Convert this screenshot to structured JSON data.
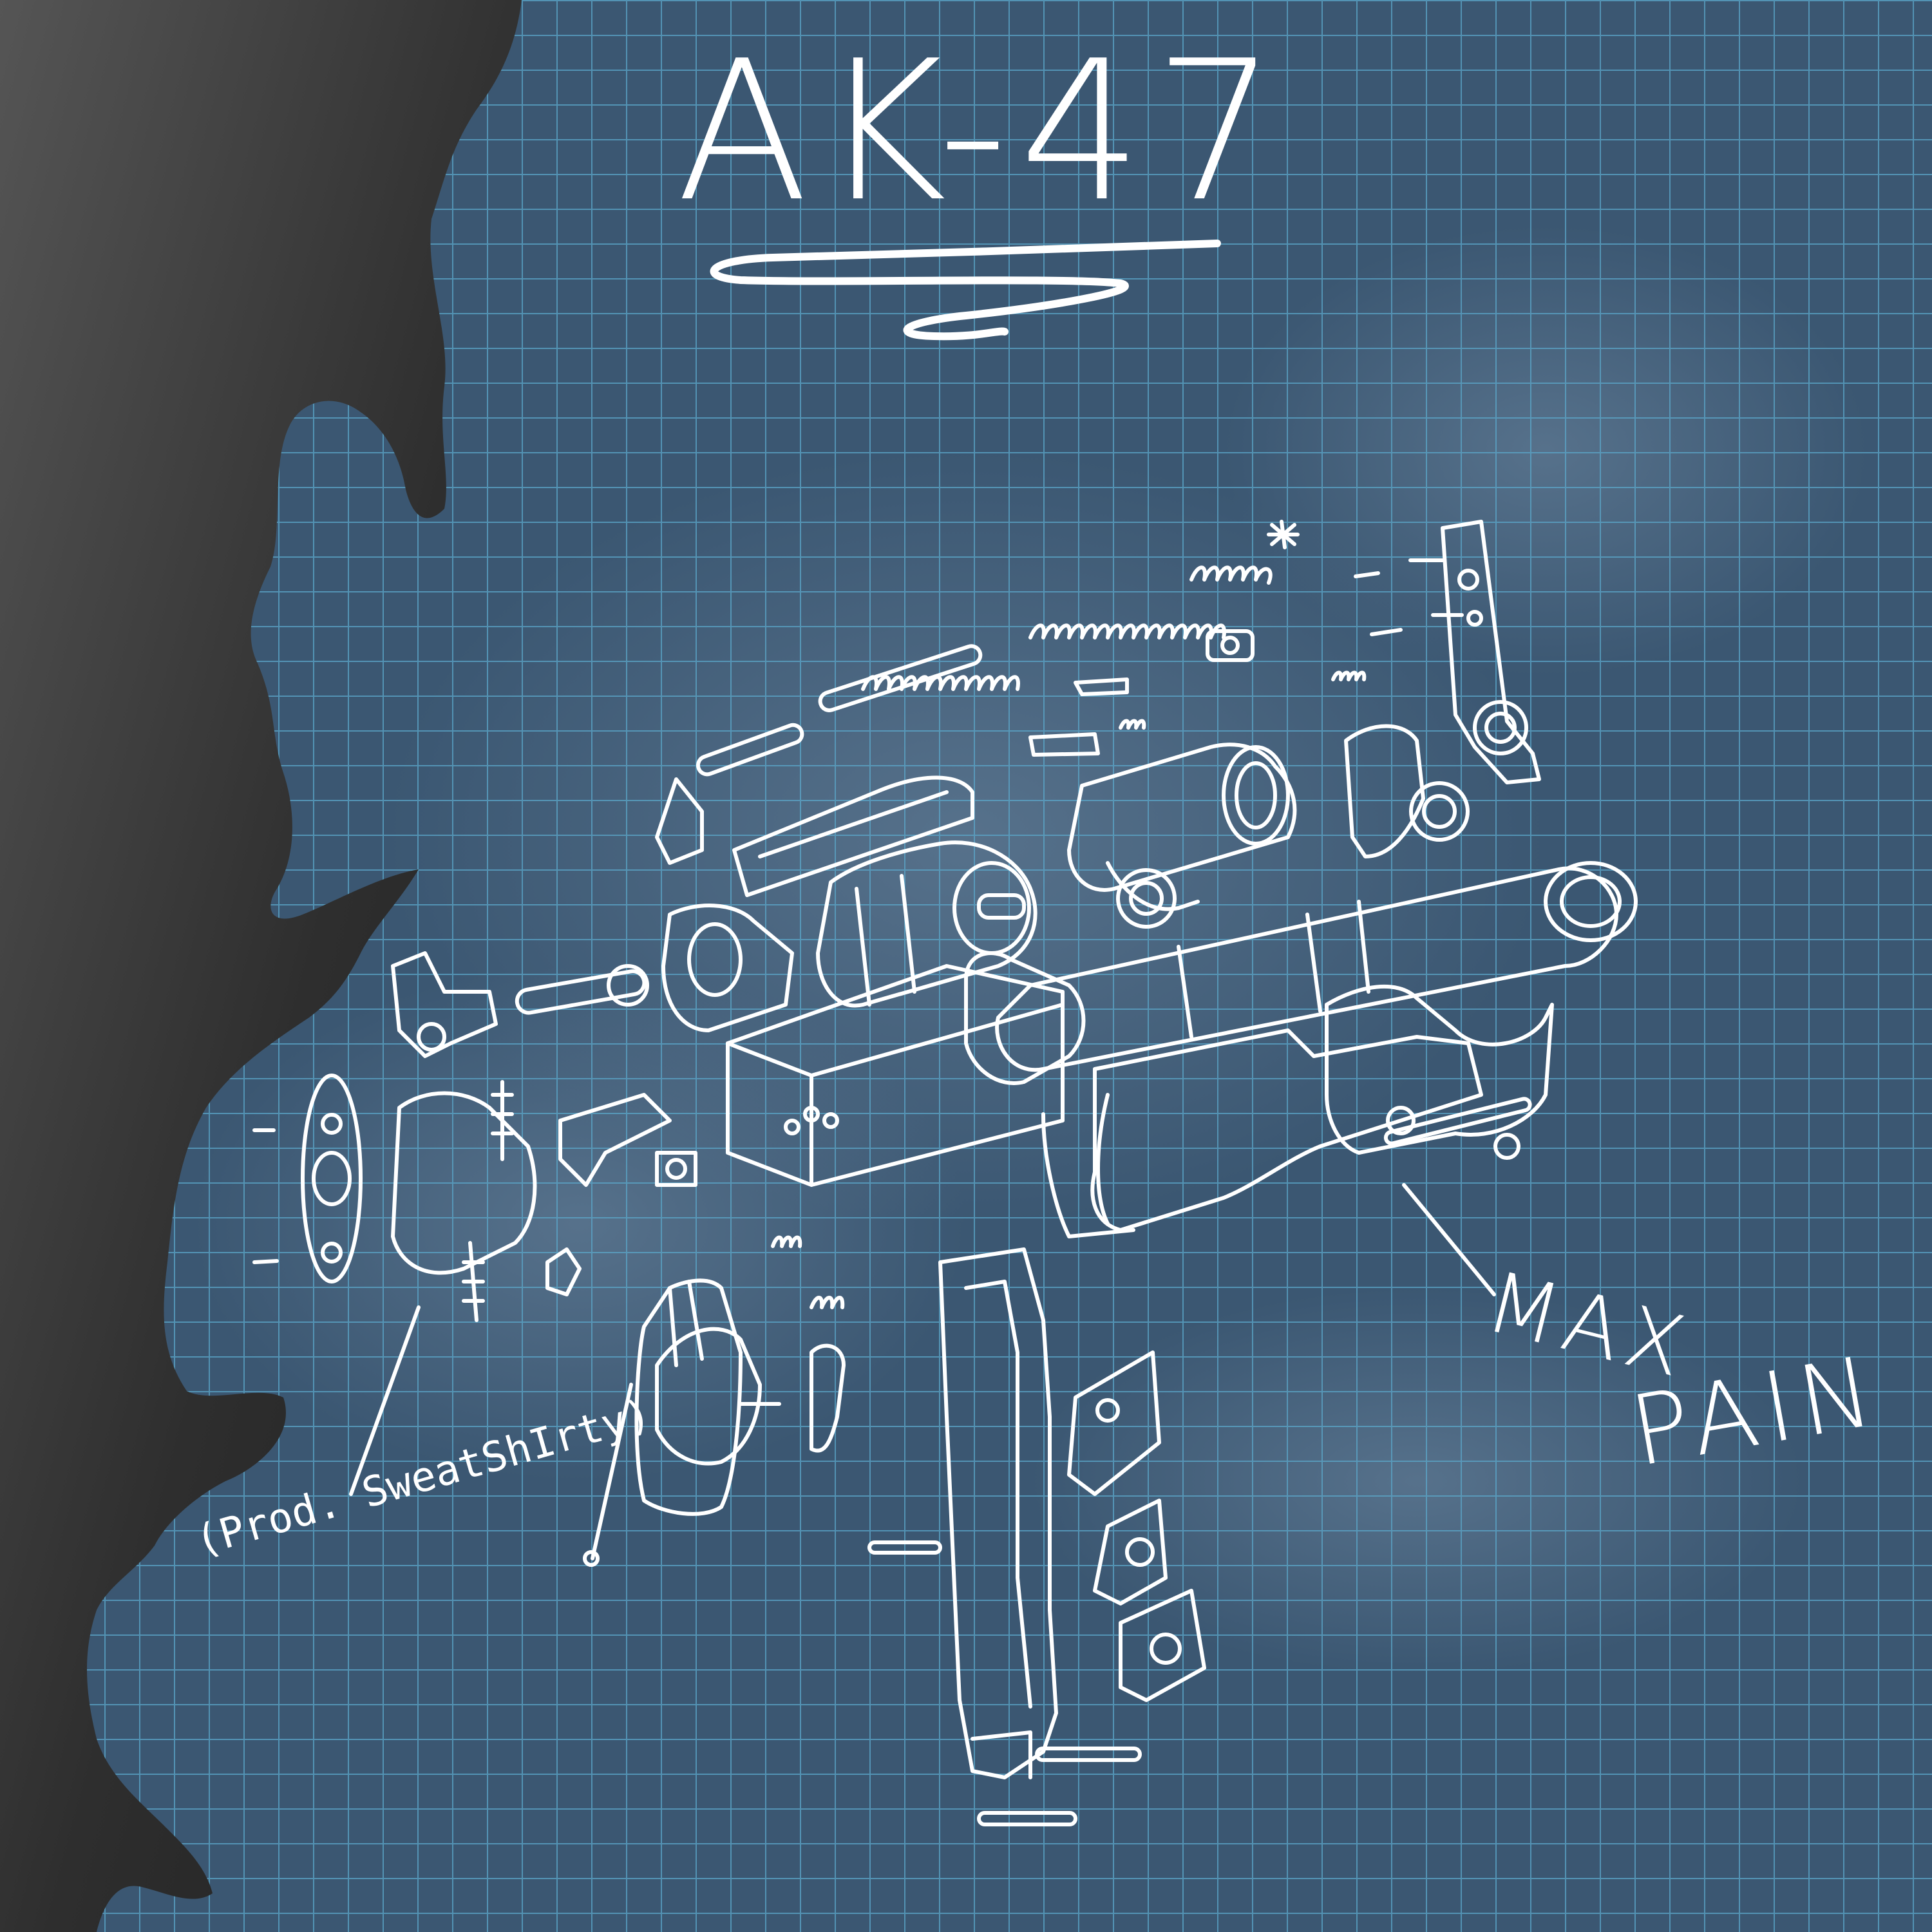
{
  "cover": {
    "title": "AK-47",
    "credit": "(Prod. SweatShIrty)",
    "artist_line1": "MAX",
    "artist_line2": "PAIN"
  },
  "colors": {
    "background": "#3b5772",
    "grid_line": "#5aa6c9",
    "ink": "#ffffff",
    "silhouette": "#2b2b2b"
  },
  "icons": [
    "exploded-rifle-diagram",
    "spring-icon",
    "magazine-icon",
    "barrel-icon",
    "stock-icon",
    "asterisk-icon"
  ]
}
